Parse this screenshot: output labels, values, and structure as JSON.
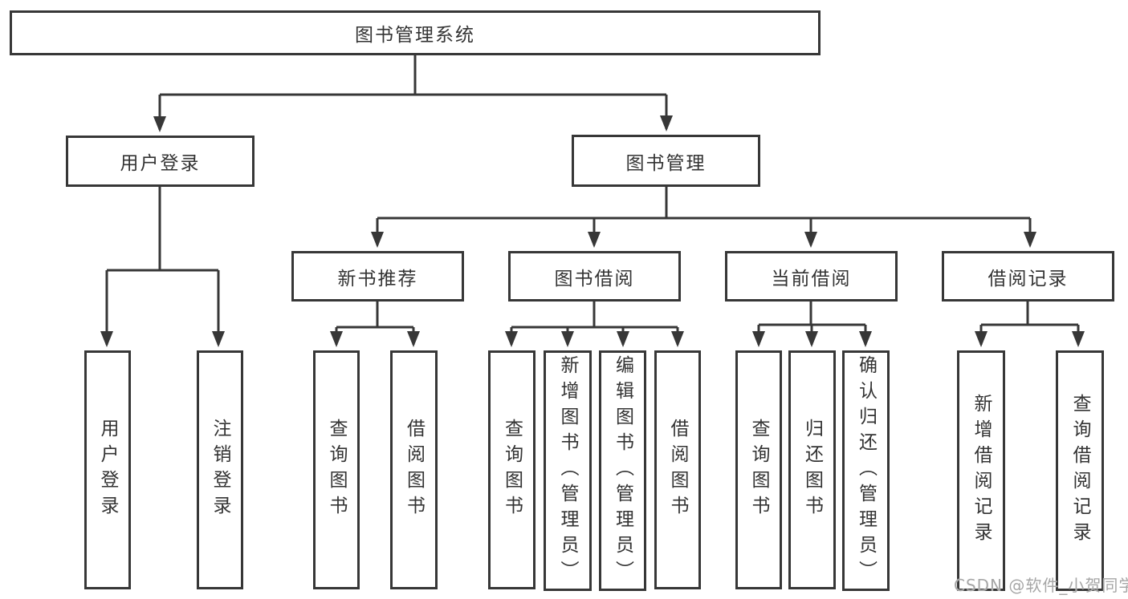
{
  "diagram": {
    "root": {
      "label": "图书管理系统"
    },
    "level2": [
      {
        "label": "用户登录"
      },
      {
        "label": "图书管理"
      }
    ],
    "level3": [
      {
        "label": "新书推荐"
      },
      {
        "label": "图书借阅"
      },
      {
        "label": "当前借阅"
      },
      {
        "label": "借阅记录"
      }
    ],
    "leaves": {
      "login": [
        "用户登录",
        "注销登录"
      ],
      "recommend": [
        "查询图书",
        "借阅图书"
      ],
      "borrow": [
        "查询图书",
        "新增图书（管理员）",
        "编辑图书（管理员）",
        "借阅图书"
      ],
      "current": [
        "查询图书",
        "归还图书",
        "确认归还（管理员）"
      ],
      "records": [
        "新增借阅记录",
        "查询借阅记录"
      ]
    },
    "watermark": "CSDN @软件_小贺同学",
    "colors": {
      "line": "#373737",
      "box_border": "#373737",
      "text": "#333333",
      "background": "#ffffff",
      "watermark": "#a6a6a6"
    }
  }
}
